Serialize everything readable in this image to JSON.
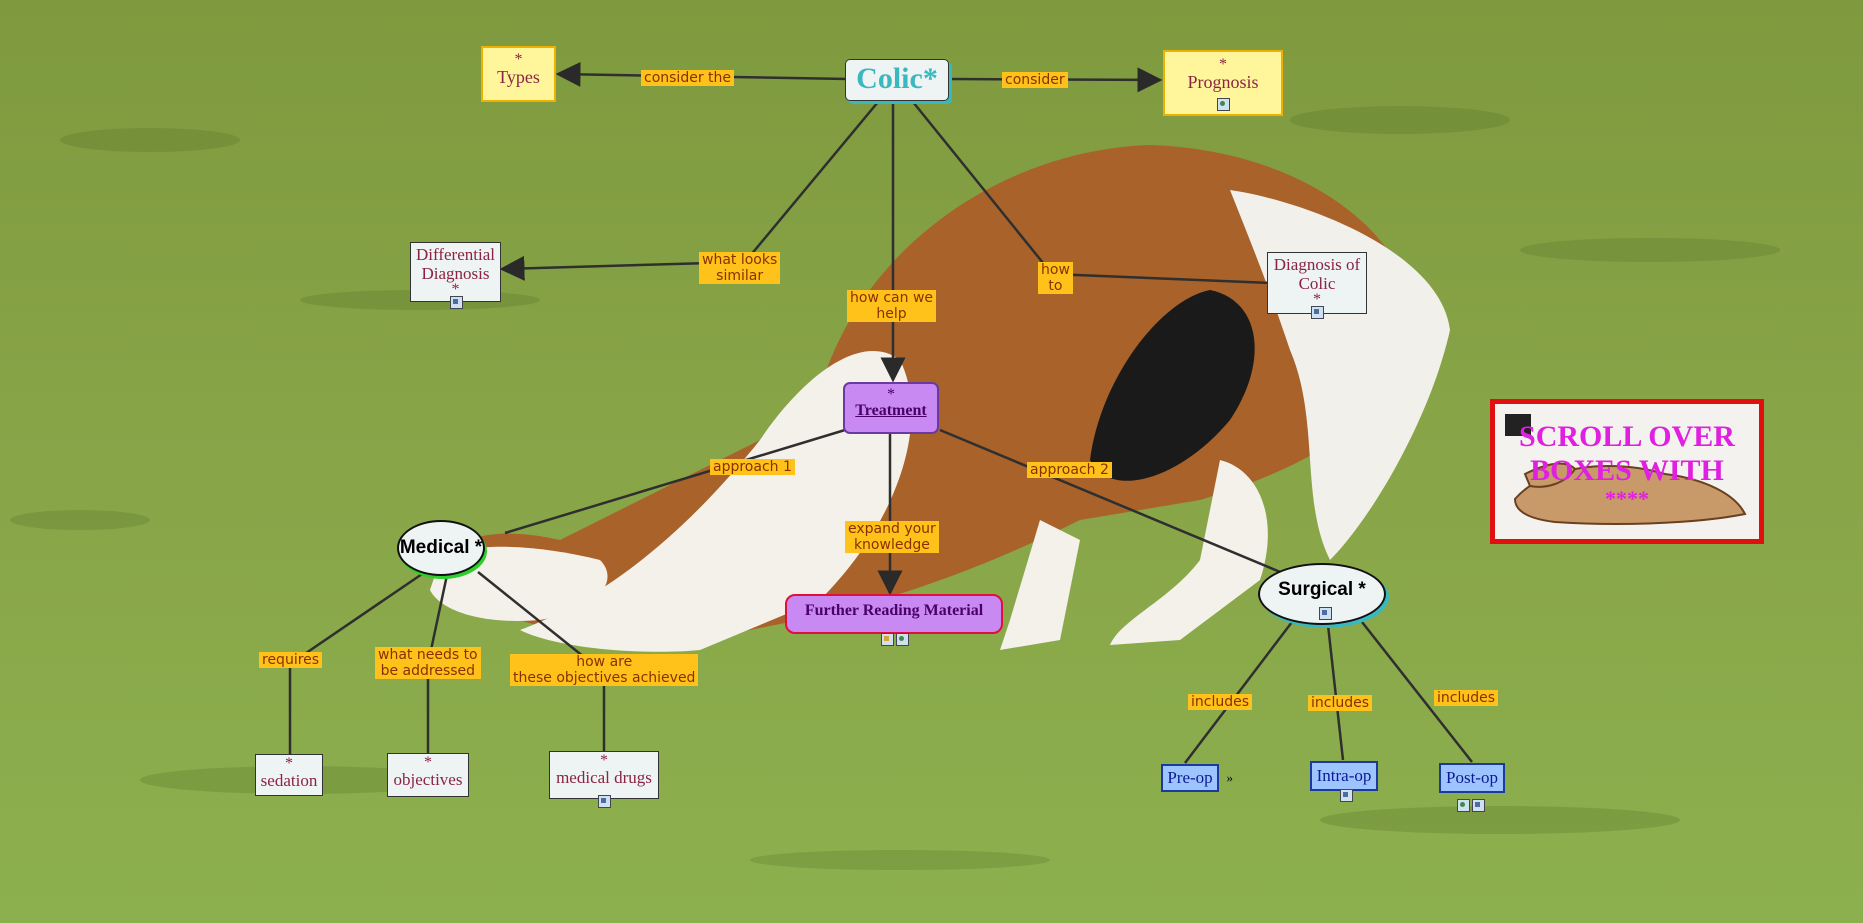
{
  "concepts": {
    "colic": "Colic*",
    "types": "Types",
    "prognosis": "Prognosis",
    "differential": "Differential Diagnosis",
    "diagnosis_of_colic": "Diagnosis of Colic",
    "treatment": "Treatment",
    "medical": "Medical *",
    "surgical": "Surgical *",
    "further_reading": "Further Reading Material",
    "sedation": "sedation",
    "objectives": "objectives",
    "medical_drugs": "medical drugs",
    "pre_op": "Pre-op",
    "intra_op": "Intra-op",
    "post_op": "Post-op",
    "star": "*"
  },
  "link_labels": {
    "consider_the": "consider the",
    "consider": "consider",
    "what_looks_similar": "what looks\nsimilar",
    "how_can_we_help": "how can we\nhelp",
    "how_to": "how\nto",
    "approach_1": "approach 1",
    "approach_2": "approach 2",
    "expand_your_knowledge": "expand your\nknowledge",
    "requires": "requires",
    "what_needs_to_be_addressed": "what needs to\nbe addressed",
    "how_are_objectives_achieved": "how are\nthese objectives achieved",
    "includes": "includes"
  },
  "banner": {
    "line1": "SCROLL OVER",
    "line2": "BOXES WITH",
    "line3": "****"
  },
  "icons": {
    "resource": "resource-icon",
    "image": "image-icon",
    "document": "document-icon",
    "expand": "expand-icon"
  },
  "colors": {
    "grass": "#7f9a3e",
    "link_label_bg": "#ffc21a",
    "concept_text": "#8a2442",
    "colic_title": "#3ab8c0",
    "banner_text": "#e020e0",
    "banner_border": "#e01010",
    "treatment_fill": "#c88af2",
    "op_fill": "#9ec4ff"
  }
}
